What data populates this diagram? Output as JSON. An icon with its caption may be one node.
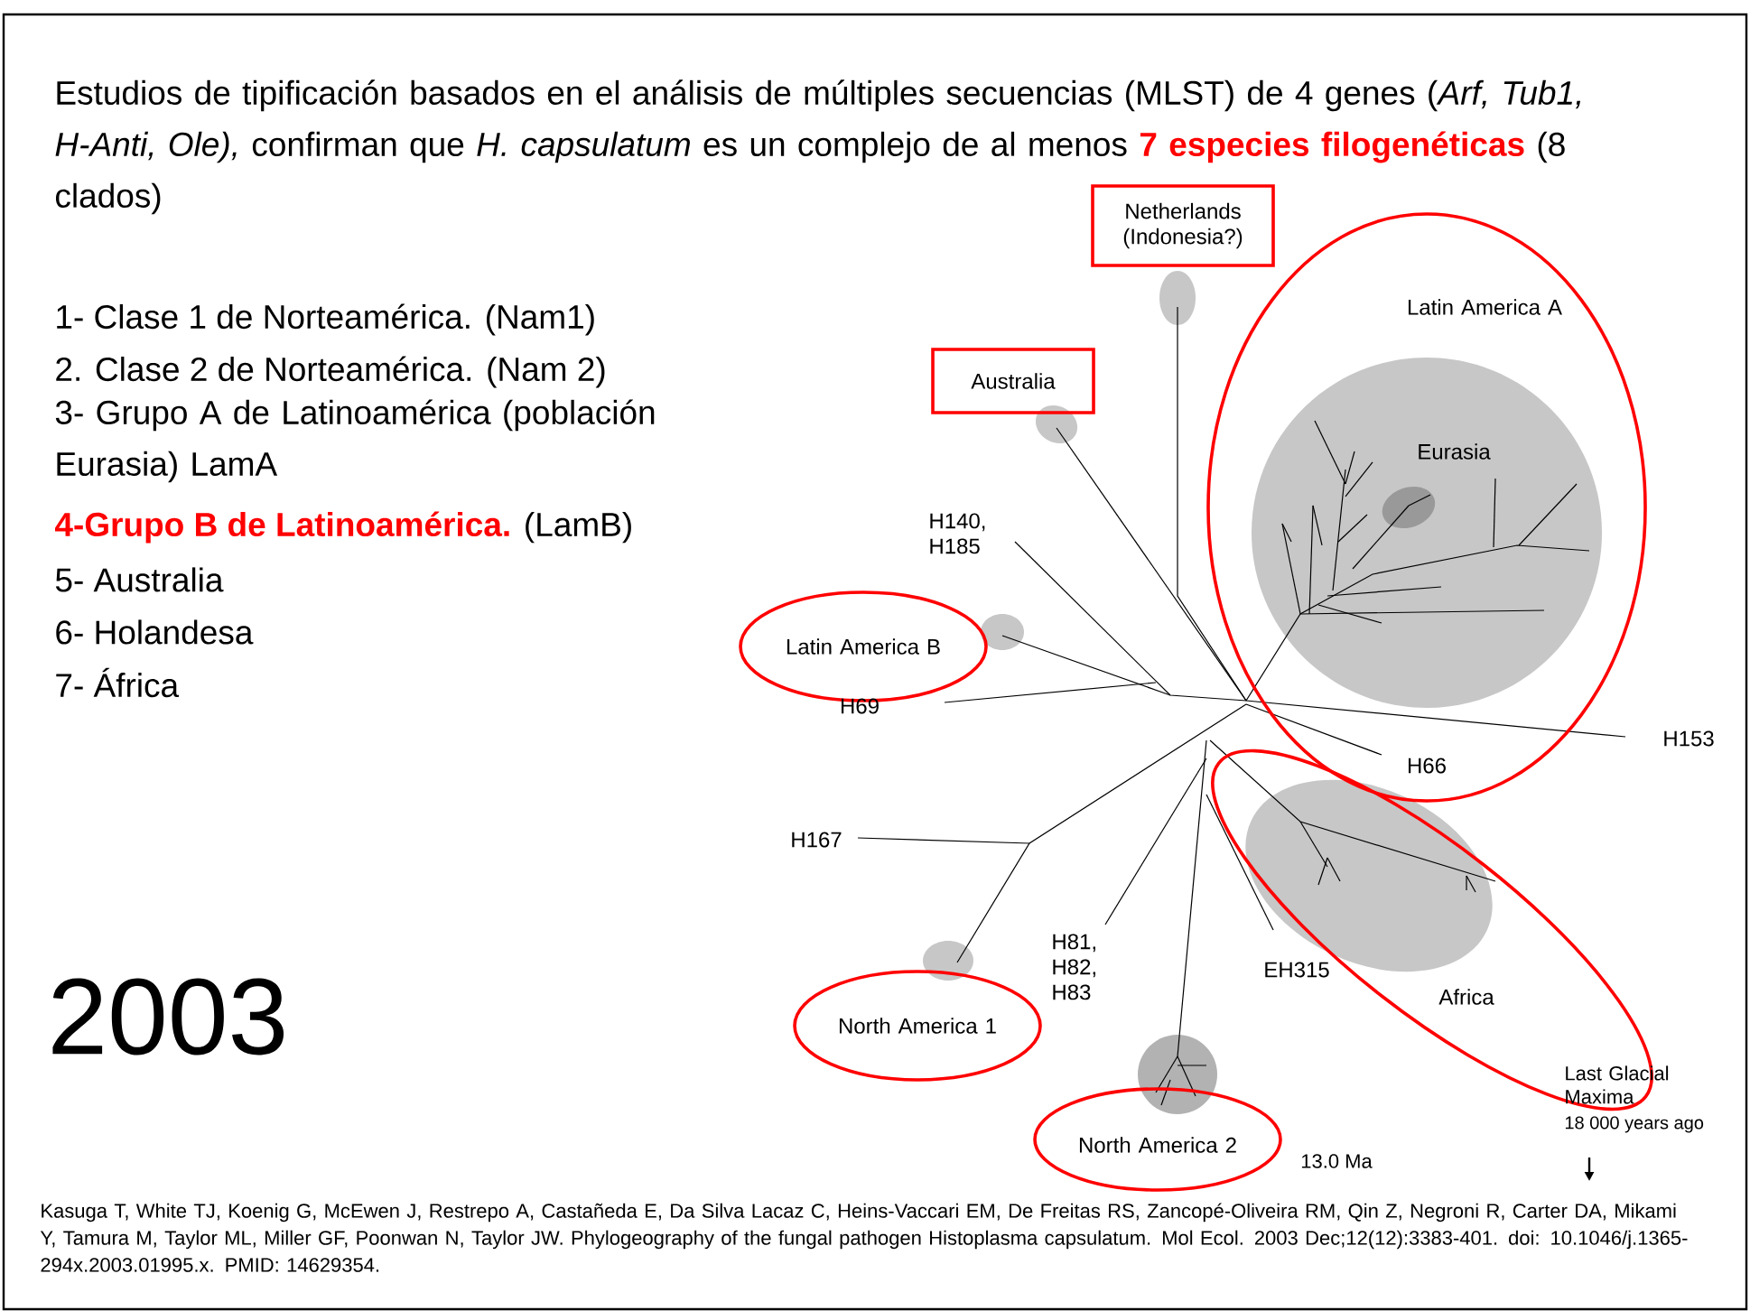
{
  "diagram": {
    "title": "Estudios de tipificación basados en el análisis de múltiples secuencias (MLST) de 4 genes (*Arf, Tub1, H-Anti, Ole),* confirman que *H. capsulatum* es un complejo de al menos **7 especies filogenéticas** (8 clados)",
    "caption": "Kasuga T, White TJ, Koenig G, McEwen J, Restrepo A, Castañeda E, Da Silva Lacaz C, Heins-Vaccari EM, De Freitas RS, Zancopé-Oliveira RM, Qin Z, Negroni R, Carter DA, Mikami Y, Tamura M, Taylor ML, Miller GF, Poonwan N, Taylor JW. Phylogeography of the fungal pathogen Histoplasma capsulatum. Mol Ecol. 2003 Dec;12(12):3383-401. doi: 10.1046/j.1365-294x.2003.01995.x. PMID: 14629354.",
    "nodes": [
      {
        "text": [
          "Netherlands (Indonesia?)"
        ]
      },
      {
        "text": [
          "Australia"
        ]
      },
      {
        "text": [
          "Latin America A",
          "Eurasia"
        ]
      },
      {
        "text": [
          "Latin America B"
        ]
      },
      {
        "text": [
          "Africa"
        ]
      },
      {
        "text": [
          "North America 1"
        ]
      },
      {
        "text": [
          "North America 2"
        ]
      }
    ],
    "labels": [
      "1- Clase 1 de Norteamérica. (Nam1)",
      "2. Clase 2 de Norteamérica. (Nam 2)",
      "3- Grupo A de Latinoamérica (población Eurasia) LamA",
      "**4-Grupo B de Latinoamérica.** (LamB)",
      "5- Australia",
      "6- Holandesa",
      "7- África",
      "H140, H185",
      "H69",
      "H153",
      "H66",
      "H167",
      "H81, H82, H83",
      "EH315",
      "Last Glacial Maxima",
      "18 000 years ago",
      "13.0 Ma",
      "2003"
    ]
  }
}
